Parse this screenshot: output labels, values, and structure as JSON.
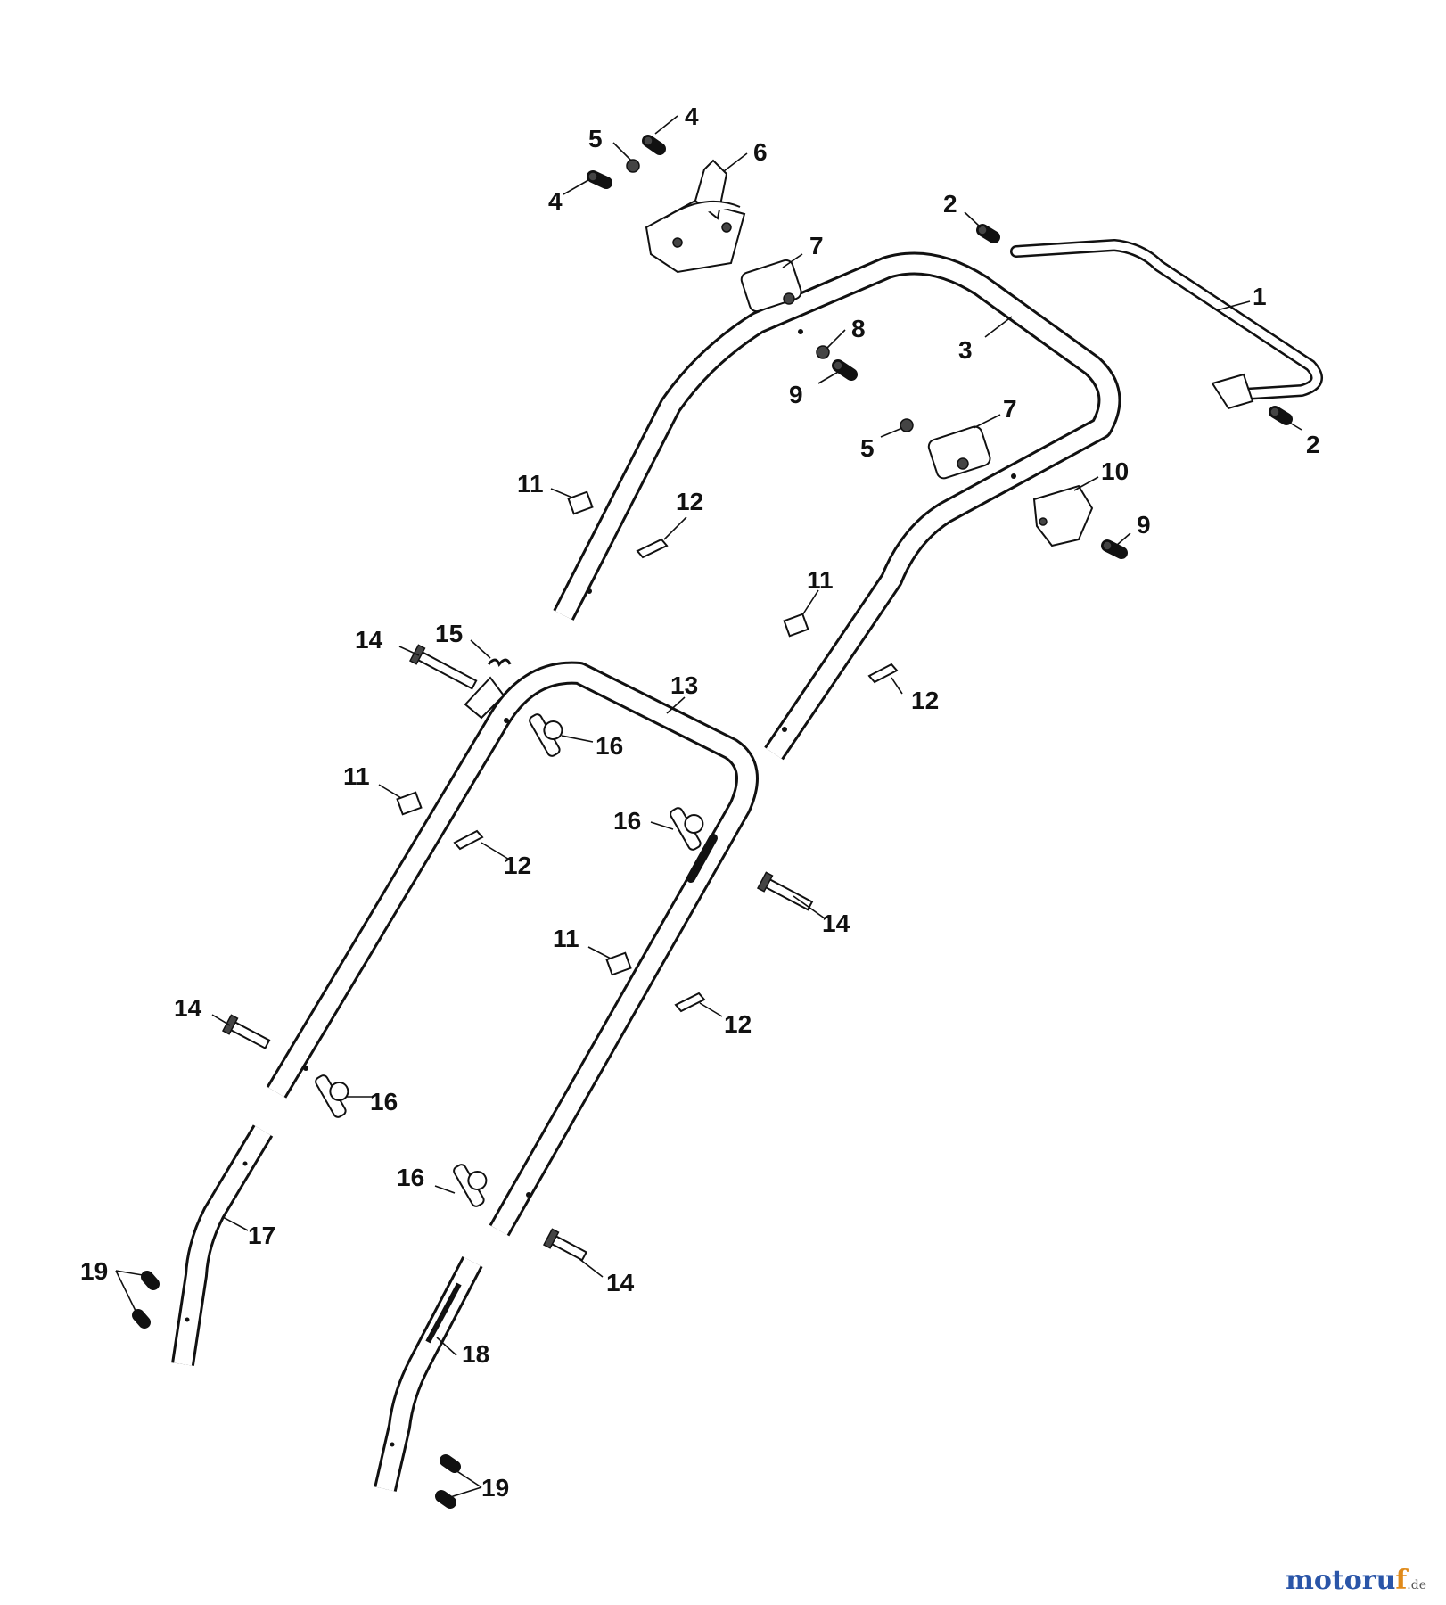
{
  "diagram": {
    "callouts": [
      {
        "id": "c4a",
        "label": "4"
      },
      {
        "id": "c5a",
        "label": "5"
      },
      {
        "id": "c6",
        "label": "6"
      },
      {
        "id": "c4b",
        "label": "4"
      },
      {
        "id": "c2a",
        "label": "2"
      },
      {
        "id": "c7a",
        "label": "7"
      },
      {
        "id": "c1",
        "label": "1"
      },
      {
        "id": "c8",
        "label": "8"
      },
      {
        "id": "c3",
        "label": "3"
      },
      {
        "id": "c9a",
        "label": "9"
      },
      {
        "id": "c7b",
        "label": "7"
      },
      {
        "id": "c2b",
        "label": "2"
      },
      {
        "id": "c5b",
        "label": "5"
      },
      {
        "id": "c10",
        "label": "10"
      },
      {
        "id": "c11a",
        "label": "11"
      },
      {
        "id": "c12a",
        "label": "12"
      },
      {
        "id": "c9b",
        "label": "9"
      },
      {
        "id": "c11b",
        "label": "11"
      },
      {
        "id": "c14a",
        "label": "14"
      },
      {
        "id": "c15",
        "label": "15"
      },
      {
        "id": "c13",
        "label": "13"
      },
      {
        "id": "c12b",
        "label": "12"
      },
      {
        "id": "c16a",
        "label": "16"
      },
      {
        "id": "c11c",
        "label": "11"
      },
      {
        "id": "c16b",
        "label": "16"
      },
      {
        "id": "c12c",
        "label": "12"
      },
      {
        "id": "c14b",
        "label": "14"
      },
      {
        "id": "c11d",
        "label": "11"
      },
      {
        "id": "c12d",
        "label": "12"
      },
      {
        "id": "c14c",
        "label": "14"
      },
      {
        "id": "c16c",
        "label": "16"
      },
      {
        "id": "c17",
        "label": "17"
      },
      {
        "id": "c16d",
        "label": "16"
      },
      {
        "id": "c19a",
        "label": "19"
      },
      {
        "id": "c14d",
        "label": "14"
      },
      {
        "id": "c18",
        "label": "18"
      },
      {
        "id": "c19b",
        "label": "19"
      }
    ]
  },
  "watermark": {
    "main": "motoru",
    "accent": "f",
    "tld": ".de"
  }
}
